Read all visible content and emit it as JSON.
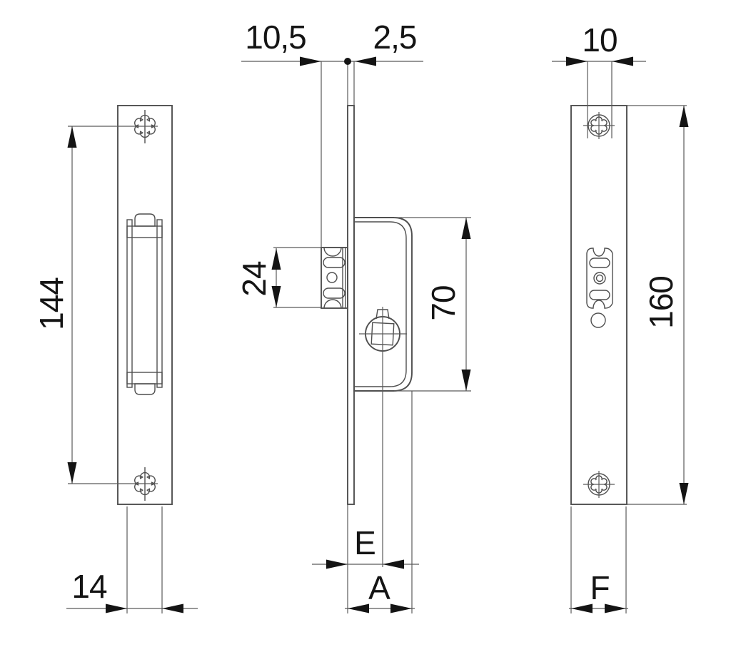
{
  "drawing": {
    "background_color": "#ffffff",
    "line_color": "#4f4f4f",
    "text_color": "#141414",
    "views": {
      "left_view": {
        "dimensions": {
          "screw_distance": "144",
          "channel_width": "14"
        },
        "icons": [
          "clover-screw-icon",
          "clover-screw-icon"
        ]
      },
      "middle_view": {
        "dimensions": {
          "latch_protrusion": "10,5",
          "faceplate_thickness": "2,5",
          "latch_height": "24",
          "case_height": "70",
          "backset": "E",
          "case_depth": "A"
        },
        "icons": [
          "spindle-square-hole-icon"
        ]
      },
      "right_view": {
        "dimensions": {
          "slot_width": "10",
          "faceplate_height": "160",
          "faceplate_width": "F"
        },
        "icons": [
          "torx-screw-icon",
          "torx-screw-icon"
        ]
      }
    }
  }
}
